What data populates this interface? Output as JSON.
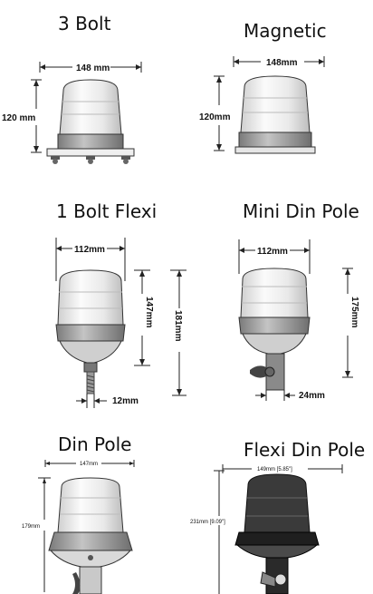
{
  "products": [
    {
      "title": "3 Bolt",
      "width_label": "148 mm",
      "height_label": "120 mm"
    },
    {
      "title": "Magnetic",
      "width_label": "148mm",
      "height_label": "120mm"
    },
    {
      "title": "1 Bolt Flexi",
      "width_label": "112mm",
      "height_label": "147mm",
      "total_height_label": "181mm",
      "bolt_label": "12mm"
    },
    {
      "title": "Mini Din Pole",
      "width_label": "112mm",
      "height_label": "175mm",
      "pole_label": "24mm"
    },
    {
      "title": "Din Pole",
      "width_label": "147mm",
      "height_label": "179mm"
    },
    {
      "title": "Flexi Din Pole",
      "width_label": "149mm [5.85\"]",
      "height_label": "231mm [9.09\"]"
    }
  ]
}
